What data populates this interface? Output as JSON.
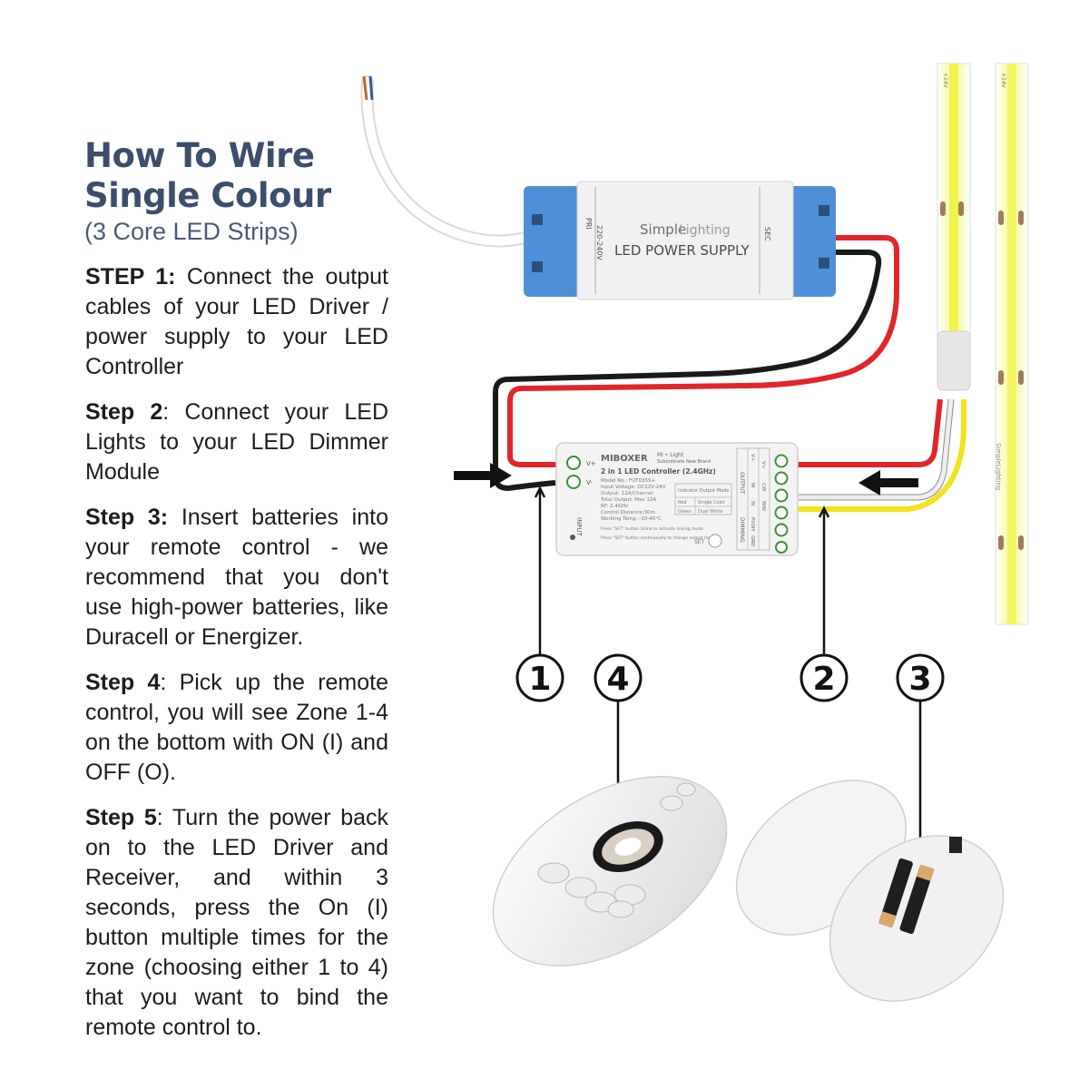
{
  "title": {
    "line1": "How To Wire",
    "line2": "Single Colour",
    "subtitle": "(3 Core LED Strips)"
  },
  "steps": [
    {
      "label": "STEP 1:",
      "text": " Connect the output cables of your LED Driver / power supply to your LED Controller"
    },
    {
      "label": "Step 2",
      "text": ": Connect your LED Lights to your LED Dimmer Module"
    },
    {
      "label": "Step 3:",
      "text": " Insert batteries into your remote control - we recommend that you don't use high-power batteries, like Duracell or Energizer."
    },
    {
      "label": "Step 4",
      "text": ": Pick up the remote control, you will see Zone 1-4 on the bottom with ON (I) and OFF (O)."
    },
    {
      "label": "Step 5",
      "text": ": Turn the power back on to the LED Driver and Receiver, and within 3 seconds, press the On (I) button multiple times for the zone (choosing either 1 to 4) that you want to bind the remote control to."
    }
  ],
  "power_supply": {
    "brand_simple": "Simple",
    "brand_lighting": "Lighting",
    "label": "LED POWER SUPPLY",
    "pri": "PRI",
    "voltage": "220-240V",
    "sec": "SEC"
  },
  "controller": {
    "brand": "MIBOXER",
    "brand_sub": "Mi • Light",
    "brand_tag": "Subordinate New Brand",
    "title": "2 in 1 LED Controller (2.4GHz)",
    "specs": [
      "Model No.: FUT035S+",
      "Input Voltage: DC12V-24V",
      "Output: 12A/Channel",
      "Total Output: Max 12A",
      "RF: 2.4GHz",
      "Control Distance:30m",
      "Working Temp.:-10-40°C"
    ],
    "indicator_header": "Indicator Output Mode",
    "indicator_rows": [
      [
        "Red",
        "Single Color"
      ],
      [
        "Green",
        "Dual White"
      ]
    ],
    "notes": [
      "Press \"SET\" button 1time to activate linking mode",
      "Press \"SET\" button continuously to change output mode"
    ],
    "set_label": "SET",
    "input_label": "INPUT",
    "output_label": "OUTPUT",
    "dimming_label": "DIMMING",
    "left_terminals": [
      "V+",
      "V-"
    ],
    "output_columns": [
      "V+",
      "W",
      "W",
      "PUSH",
      "GND"
    ],
    "output_columns2": [
      "V+",
      "CW",
      "WW",
      "",
      ""
    ]
  },
  "callouts": [
    "1",
    "4",
    "2",
    "3"
  ],
  "led_strip": {
    "voltage_mark": "+24V",
    "brand": "SimpleLighting"
  },
  "colors": {
    "title": "#3c4e6b",
    "wire_red": "#e0262a",
    "wire_black": "#1a1a1a",
    "wire_white": "#eeeeee",
    "wire_yellow": "#f2e31d",
    "psu_blue": "#4f8fd8"
  }
}
